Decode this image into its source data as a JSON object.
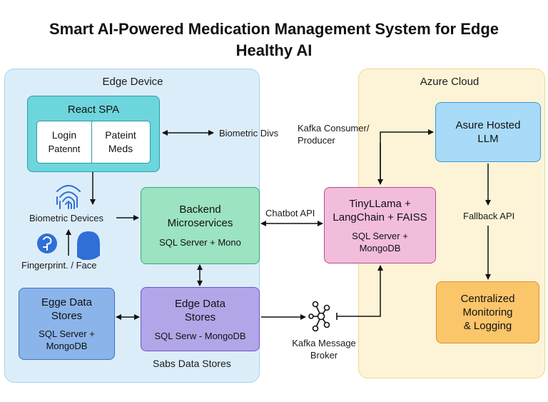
{
  "title_line1": "Smart AI-Powered Medication Management System for Edge",
  "title_line2": "Healthy AI",
  "edge_device": {
    "label": "Edge Device",
    "react_spa": {
      "title": "React SPA",
      "login_title": "Login",
      "login_sub": "Patennt",
      "meds_title": "Pateint",
      "meds_sub": "Meds"
    },
    "biometric_devices_label": "Biometric Devices",
    "fingerprint_face_label": "Fingerprint. / Face",
    "backend": {
      "title_line1": "Backend",
      "title_line2": "Microservices",
      "sub": "SQL Server + Mono"
    },
    "egge_data_stores": {
      "title_line1": "Egge Data",
      "title_line2": "Stores",
      "sub_line1": "SQL Server +",
      "sub_line2": "MongoDB"
    },
    "edge_data_stores": {
      "title_line1": "Edge Data",
      "title_line2": "Stores",
      "sub": "SQL Serw - MongoDB"
    },
    "sabs_label": "Sabs Data Stores"
  },
  "azure_cloud": {
    "label": "Azure Cloud",
    "llm": {
      "line1": "Asure Hosted",
      "line2": "LLM"
    },
    "monitoring": {
      "line1": "Centralized",
      "line2": "Monitoring",
      "line3": "& Logging"
    }
  },
  "tinyllama": {
    "line1": "TinyLLama +",
    "line2": "LangChain + FAISS",
    "sub_line1": "SQL Server +",
    "sub_line2": "MongoDB"
  },
  "labels": {
    "biometric_divs": "Biometric Divs",
    "kafka_consumer_line1": "Kafka Consumer/",
    "kafka_consumer_line2": "Producer",
    "chatbot_api": "Chatbot API",
    "fallback_api": "Fallback API",
    "kafka_broker_line1": "Kafka Message",
    "kafka_broker_line2": "Broker"
  },
  "colors": {
    "edge_bg": "#dcedfa",
    "azure_bg": "#fdf4d8",
    "react_spa": "#6dd5dc",
    "backend": "#9be3c1",
    "tinyllama": "#f2bddb",
    "llm": "#a7dbf7",
    "monitoring": "#fbc56a",
    "egge_store": "#8bb4ea",
    "edge_store": "#b3a6e8",
    "icon_blue": "#2f6fd6"
  },
  "icons": [
    "fingerprint-icon",
    "fingerprint-sensor-icon",
    "face-icon",
    "kafka-broker-icon"
  ]
}
